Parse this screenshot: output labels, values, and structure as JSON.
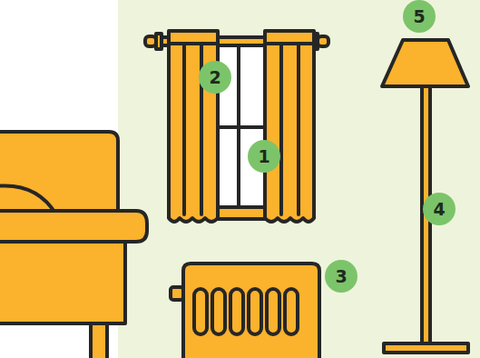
{
  "diagram": {
    "labels": [
      "5",
      "2",
      "1",
      "4",
      "3"
    ]
  }
}
